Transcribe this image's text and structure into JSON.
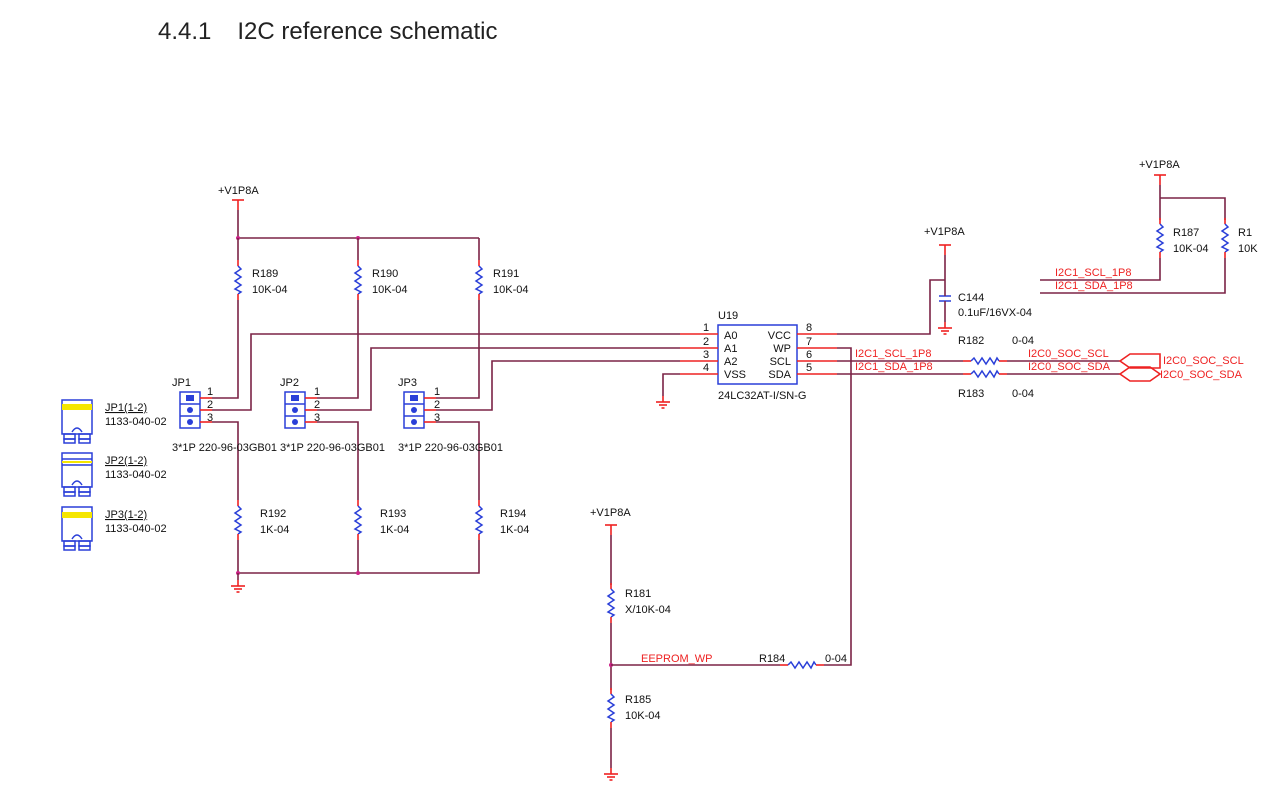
{
  "section": {
    "number": "4.4.1",
    "title": "I2C reference schematic"
  },
  "power_label": "+V1P8A",
  "pullups": [
    {
      "ref": "R189",
      "value": "10K-04"
    },
    {
      "ref": "R190",
      "value": "10K-04"
    },
    {
      "ref": "R191",
      "value": "10K-04"
    }
  ],
  "pulldowns": [
    {
      "ref": "R192",
      "value": "1K-04"
    },
    {
      "ref": "R193",
      "value": "1K-04"
    },
    {
      "ref": "R194",
      "value": "1K-04"
    }
  ],
  "jumpers": [
    {
      "ref": "JP1",
      "part": "3*1P 220-96-03GB01"
    },
    {
      "ref": "JP2",
      "part": "3*1P 220-96-03GB01"
    },
    {
      "ref": "JP3",
      "part": "3*1P 220-96-03GB01"
    }
  ],
  "jumper_pins": [
    "1",
    "2",
    "3"
  ],
  "shunts": [
    {
      "ref": "JP1(1-2)",
      "part": "1133-040-02"
    },
    {
      "ref": "JP2(1-2)",
      "part": "1133-040-02"
    },
    {
      "ref": "JP3(1-2)",
      "part": "1133-040-02"
    }
  ],
  "eeprom": {
    "ref": "U19",
    "part": "24LC32AT-I/SN-G",
    "left_pins": [
      {
        "num": "1",
        "name": "A0"
      },
      {
        "num": "2",
        "name": "A1"
      },
      {
        "num": "3",
        "name": "A2"
      },
      {
        "num": "4",
        "name": "VSS"
      }
    ],
    "right_pins": [
      {
        "num": "8",
        "name": "VCC"
      },
      {
        "num": "7",
        "name": "WP"
      },
      {
        "num": "6",
        "name": "SCL"
      },
      {
        "num": "5",
        "name": "SDA"
      }
    ]
  },
  "cap": {
    "ref": "C144",
    "value": "0.1uF/16VX-04"
  },
  "series": [
    {
      "ref": "R182",
      "value": "0-04"
    },
    {
      "ref": "R183",
      "value": "0-04"
    }
  ],
  "nets": {
    "scl_1p8": "I2C1_SCL_1P8",
    "sda_1p8": "I2C1_SDA_1P8",
    "soc_scl": "I2C0_SOC_SCL",
    "soc_sda": "I2C0_SOC_SDA",
    "eeprom_wp": "EEPROM_WP"
  },
  "top_right": {
    "r187": {
      "ref": "R187",
      "value": "10K-04"
    },
    "r18x": {
      "ref": "R1",
      "value": "10K"
    }
  },
  "wp": {
    "r181": {
      "ref": "R181",
      "value": "X/10K-04"
    },
    "r185": {
      "ref": "R185",
      "value": "10K-04"
    },
    "r184": {
      "ref": "R184",
      "value": "0-04"
    }
  },
  "colors": {
    "wire": "#7b2346",
    "pin": "#ee2222",
    "component": "#2a3fd8",
    "shunt": "#f5e600"
  }
}
